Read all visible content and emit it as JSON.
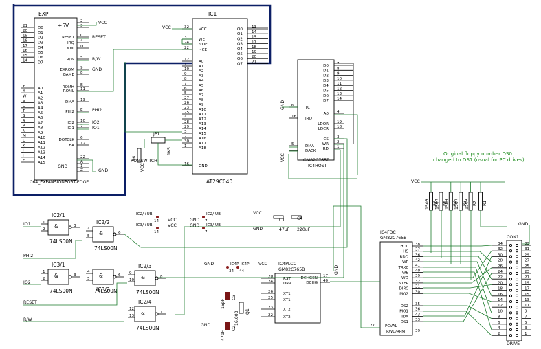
{
  "exp": {
    "ref": "EXP",
    "part": "C64_EXPANSIONPORT-EDGE",
    "power": "+5V",
    "gnd": "GND",
    "left_pins": [
      {
        "num": "21",
        "name": "D0"
      },
      {
        "num": "20",
        "name": "D1"
      },
      {
        "num": "19",
        "name": "D2"
      },
      {
        "num": "18",
        "name": "D3"
      },
      {
        "num": "17",
        "name": "D4"
      },
      {
        "num": "16",
        "name": "D5"
      },
      {
        "num": "15",
        "name": "D6"
      },
      {
        "num": "14",
        "name": "D7"
      },
      {
        "num": "Y",
        "name": "A0"
      },
      {
        "num": "X",
        "name": "A1"
      },
      {
        "num": "W",
        "name": "A2"
      },
      {
        "num": "V",
        "name": "A3"
      },
      {
        "num": "U",
        "name": "A4"
      },
      {
        "num": "T",
        "name": "A5"
      },
      {
        "num": "S",
        "name": "A6"
      },
      {
        "num": "R",
        "name": "A7"
      },
      {
        "num": "P",
        "name": "A8"
      },
      {
        "num": "N",
        "name": "A9"
      },
      {
        "num": "M",
        "name": "A10"
      },
      {
        "num": "L",
        "name": "A11"
      },
      {
        "num": "K",
        "name": "A12"
      },
      {
        "num": "J",
        "name": "A13"
      },
      {
        "num": "H",
        "name": "A14"
      },
      {
        "num": "F",
        "name": "A15"
      }
    ],
    "right_pins": [
      {
        "num": "2",
        "name": "",
        "net": "VCC"
      },
      {
        "num": "3",
        "name": "",
        "net": ""
      },
      {
        "num": "C",
        "name": "RESET",
        "net": "RESET"
      },
      {
        "num": "4",
        "name": "IRQ",
        "net": ""
      },
      {
        "num": "D",
        "name": "NMI",
        "net": ""
      },
      {
        "num": "5",
        "name": "R/W",
        "net": "R/W"
      },
      {
        "num": "9",
        "name": "EXROM",
        "net": "GND"
      },
      {
        "num": "8",
        "name": "GAME",
        "net": ""
      },
      {
        "num": "B",
        "name": "ROMH",
        "net": ""
      },
      {
        "num": "11",
        "name": "ROML",
        "net": ""
      },
      {
        "num": "13",
        "name": "DMA",
        "net": ""
      },
      {
        "num": "E",
        "name": "PHI2",
        "net": "PHI2"
      },
      {
        "num": "10",
        "name": "IO2",
        "net": "IO2"
      },
      {
        "num": "7",
        "name": "IO1",
        "net": "IO1"
      },
      {
        "num": "6",
        "name": "DOTCLK",
        "net": ""
      },
      {
        "num": "12",
        "name": "BA",
        "net": ""
      },
      {
        "num": "22",
        "name": "",
        "net": ""
      },
      {
        "num": "A",
        "name": "",
        "net": ""
      },
      {
        "num": "1",
        "name": "",
        "net": ""
      },
      {
        "num": "Z",
        "name": "",
        "net": "GND"
      }
    ]
  },
  "ic1": {
    "ref": "IC1",
    "part": "AT29C040",
    "vcc": "VCC",
    "left_top": [
      {
        "num": "32",
        "name": "VCC"
      },
      {
        "num": "31",
        "name": "WE"
      },
      {
        "num": "24",
        "name": "~OE"
      },
      {
        "num": "22",
        "name": "~CE"
      }
    ],
    "left_addr": [
      {
        "num": "12",
        "name": "A0"
      },
      {
        "num": "11",
        "name": "A1"
      },
      {
        "num": "10",
        "name": "A2"
      },
      {
        "num": "9",
        "name": "A3"
      },
      {
        "num": "8",
        "name": "A4"
      },
      {
        "num": "7",
        "name": "A5"
      },
      {
        "num": "6",
        "name": "A6"
      },
      {
        "num": "5",
        "name": "A7"
      },
      {
        "num": "27",
        "name": "A8"
      },
      {
        "num": "26",
        "name": "A9"
      },
      {
        "num": "23",
        "name": "A10"
      },
      {
        "num": "25",
        "name": "A11"
      },
      {
        "num": "4",
        "name": "A12"
      },
      {
        "num": "28",
        "name": "A13"
      },
      {
        "num": "29",
        "name": "A14"
      },
      {
        "num": "3",
        "name": "A15"
      },
      {
        "num": "2",
        "name": "A16"
      },
      {
        "num": "30",
        "name": "A17"
      },
      {
        "num": "1",
        "name": "A18"
      },
      {
        "num": "16",
        "name": "GND"
      }
    ],
    "right": [
      {
        "num": "13",
        "name": "O0"
      },
      {
        "num": "14",
        "name": "O1"
      },
      {
        "num": "15",
        "name": "O2"
      },
      {
        "num": "17",
        "name": "O3"
      },
      {
        "num": "18",
        "name": "O4"
      },
      {
        "num": "19",
        "name": "O5"
      },
      {
        "num": "20",
        "name": "O6"
      },
      {
        "num": "21",
        "name": "O7"
      }
    ]
  },
  "jp1": {
    "ref": "JP1",
    "labels": [
      "1",
      "2",
      "3"
    ]
  },
  "r6": {
    "ref": "R6",
    "part": "ROMSWITCH",
    "value": "1K5",
    "net": "VCC"
  },
  "ic4host": {
    "ref": "IC4HOST",
    "part": "GM82C765B",
    "gnd": "GND",
    "vcc": "VCC",
    "data": [
      {
        "num": "7",
        "name": "D0"
      },
      {
        "num": "8",
        "name": "D1"
      },
      {
        "num": "9",
        "name": "D2"
      },
      {
        "num": "10",
        "name": "D3"
      },
      {
        "num": "11",
        "name": "D4"
      },
      {
        "num": "12",
        "name": "D5"
      },
      {
        "num": "13",
        "name": "D6"
      },
      {
        "num": "14",
        "name": "D7"
      }
    ],
    "left": [
      {
        "num": "6",
        "name": "TC"
      },
      {
        "num": "16",
        "name": "IRQ"
      },
      {
        "num": "5",
        "name": "DMA"
      },
      {
        "num": "",
        "name": "DACK"
      }
    ],
    "right": [
      {
        "num": "4",
        "name": "A0"
      },
      {
        "num": "19",
        "name": "LDOR"
      },
      {
        "num": "18",
        "name": "LDCR"
      },
      {
        "num": "3",
        "name": "CS"
      },
      {
        "num": "2",
        "name": "WR"
      },
      {
        "num": "1",
        "name": "RD"
      }
    ]
  },
  "note": {
    "line1": "Original floppy number DS0",
    "line2": "changed to DS1 (usual for PC drives)"
  },
  "resistors": {
    "net": "VCC",
    "items": [
      {
        "ref": "R1",
        "value": ""
      },
      {
        "ref": "R2",
        "value": "150R"
      },
      {
        "ref": "R3",
        "value": "150R"
      },
      {
        "ref": "R4",
        "value": "150R"
      },
      {
        "ref": "R5",
        "value": "150R"
      },
      {
        "ref": "R6",
        "value": "150R"
      }
    ]
  },
  "gates": {
    "part": "74LS00N",
    "items": [
      {
        "ref": "IC2/1",
        "in": [
          "1",
          "2"
        ],
        "out": "3"
      },
      {
        "ref": "IC2/2",
        "in": [
          "4",
          "5"
        ],
        "out": "6"
      },
      {
        "ref": "IC3/1",
        "in": [
          "1",
          "2"
        ],
        "out": "3"
      },
      {
        "ref": "IC3/2",
        "in": [
          "4",
          "5"
        ],
        "out": "6"
      },
      {
        "ref": "IC2/3",
        "in": [
          "9",
          "10"
        ],
        "out": "8"
      },
      {
        "ref": "IC2/4",
        "in": [
          "12",
          "13"
        ],
        "out": "11"
      }
    ]
  },
  "nets": {
    "io1": "IO1",
    "phi2": "PHI2",
    "io2": "IO2",
    "reset": "RESET",
    "rw": "R/W",
    "vcc": "VCC",
    "gnd": "GND"
  },
  "power_pins": [
    {
      "ref": "IC2/+UB",
      "pin": "14",
      "net": "VCC"
    },
    {
      "ref": "IC3/+UB",
      "pin": "14",
      "net": "VCC"
    },
    {
      "ref": "IC2/-UB",
      "pin": "7",
      "net": "GND"
    },
    {
      "ref": "IC3/-UB",
      "pin": "7",
      "net": "GND"
    },
    {
      "ref": "IC4P",
      "pin": "34",
      "net": "GND"
    },
    {
      "ref": "IC4P",
      "pin": "44",
      "net": "VCC"
    }
  ],
  "caps": {
    "c1": {
      "ref": "C1",
      "value": "47uF"
    },
    "c4": {
      "ref": "C4",
      "value": "220uF"
    },
    "c2": {
      "ref": "C2",
      "value": "47pF"
    },
    "c3": {
      "ref": "C3",
      "value": "15pF"
    }
  },
  "crystal": {
    "ref": "Q1",
    "value": "16.000"
  },
  "ic4plcc": {
    "ref": "IC4PLCC",
    "part": "GM82C765B",
    "left": [
      {
        "num": "20",
        "name": "RST"
      },
      {
        "num": "24",
        "name": "DRV"
      },
      {
        "num": "26",
        "name": "XT1"
      },
      {
        "num": "25",
        "name": "XT1"
      },
      {
        "num": "23",
        "name": "XT2"
      },
      {
        "num": "22",
        "name": "XT2"
      }
    ],
    "right": [
      {
        "num": "17",
        "name": "DCHGEN"
      },
      {
        "num": "40",
        "name": "DCHG"
      }
    ],
    "gnd": "GND"
  },
  "ic4fdc": {
    "ref": "IC4FDC",
    "part": "GM82C765B",
    "pins": [
      {
        "num": "38",
        "name": "HDL"
      },
      {
        "num": "37",
        "name": "HS"
      },
      {
        "num": "36",
        "name": "RDD"
      },
      {
        "num": "42",
        "name": "WP"
      },
      {
        "num": "41",
        "name": "TRK0"
      },
      {
        "num": "40",
        "name": "WE"
      },
      {
        "num": "39",
        "name": "WD"
      },
      {
        "num": "32",
        "name": "STEP"
      },
      {
        "num": "31",
        "name": "DIRC"
      },
      {
        "num": "30",
        "name": "MO2"
      },
      {
        "num": "35",
        "name": "DS2"
      },
      {
        "num": "36",
        "name": "MO1"
      },
      {
        "num": "43",
        "name": "IDX"
      },
      {
        "num": "33",
        "name": "DS1"
      }
    ],
    "bottom": [
      {
        "num": "27",
        "name": "PCVAL"
      },
      {
        "num": "39",
        "name": "RWC/RPM"
      }
    ]
  },
  "con1": {
    "ref": "CON1",
    "part": "DRIVE",
    "gnd": "GND",
    "left": [
      "34",
      "32",
      "30",
      "28",
      "26",
      "24",
      "22",
      "20",
      "18",
      "16",
      "14",
      "12",
      "10",
      "8",
      "6",
      "4",
      "2"
    ],
    "right": [
      "33",
      "31",
      "29",
      "27",
      "25",
      "23",
      "21",
      "19",
      "17",
      "15",
      "13",
      "11",
      "9",
      "7",
      "5",
      "3",
      "1"
    ]
  }
}
